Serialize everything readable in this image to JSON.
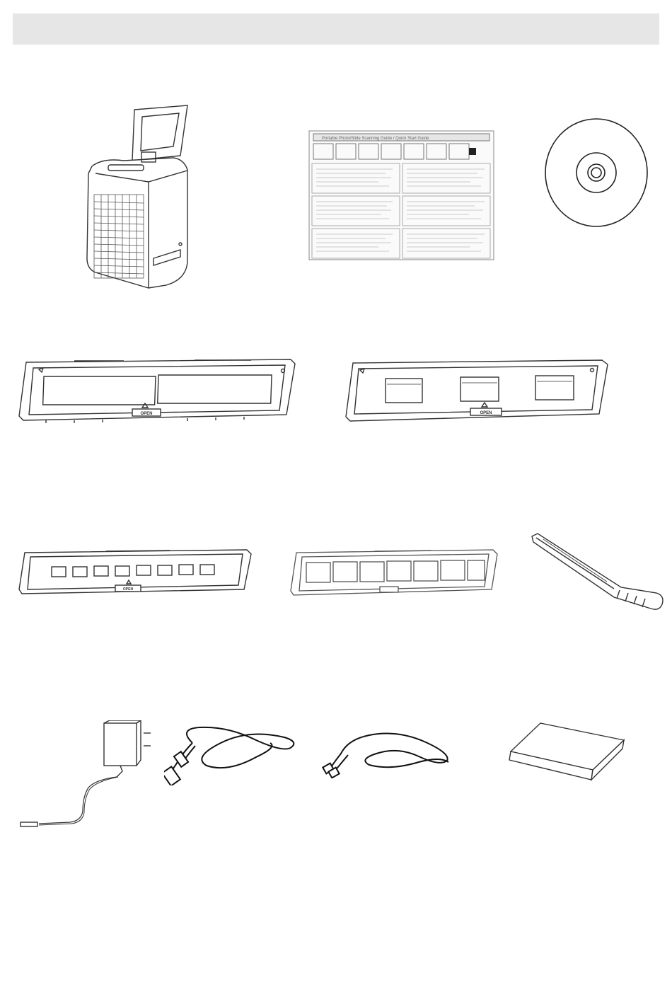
{
  "header": {
    "title": ""
  },
  "holders": {
    "film_35mm_open_label": "OPEN",
    "slide_open_label": "OPEN",
    "film_110_open_label": "OPEN"
  },
  "guide": {
    "title": "Portable Photo/Slide Scanning Guide / Quick Start Guide"
  },
  "icons": {
    "scanner": "film-scanner-icon",
    "guide": "quick-guide-icon",
    "disc": "cd-disc-icon",
    "film_holder_35mm": "film-holder-35mm-icon",
    "slide_holder": "slide-holder-icon",
    "film_holder_110": "film-holder-110-icon",
    "film_holder_126": "film-holder-126-icon",
    "brush": "cleaning-brush-icon",
    "adapter": "power-adapter-icon",
    "usb_cable": "usb-cable-icon",
    "tv_cable": "tv-cable-icon",
    "battery": "battery-icon"
  }
}
